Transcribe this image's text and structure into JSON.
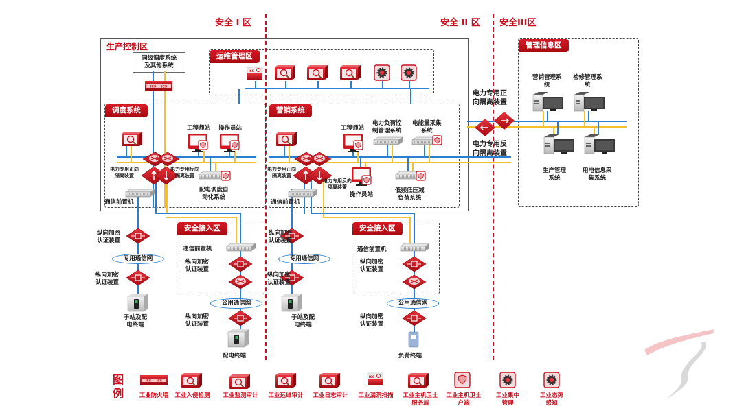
{
  "zones": {
    "zone1": "安全 I 区",
    "zone2": "安全 II 区",
    "zone3": "安全III区"
  },
  "production_control": {
    "title": "生产控制区",
    "peer_system": "同级调度系统\n及其他系统",
    "ops_mgmt": {
      "title": "运维管理区"
    },
    "dispatch": {
      "title": "调度系统",
      "engineer": "工程师站",
      "operator": "操作员站",
      "fwd_isolation": "电力专用正向\n隔离装置",
      "rev_isolation": "电力专用反向\n隔离装置",
      "dms": "配电调度自\n动化系统",
      "comm_front": "通信前置机"
    },
    "marketing": {
      "title": "营销系统",
      "engineer": "工程师站",
      "load_control": "电力负荷控\n制管理系统",
      "energy_collect": "电能量采集\n系统",
      "fwd_isolation": "电力专用正向\n隔离装置",
      "rev_isolation": "电力专用反向\n隔离装置",
      "operator": "操作员站",
      "ufls": "低频低压减\n负荷系统",
      "comm_front": "通信前置机"
    }
  },
  "boundary": {
    "fwd": "电力专用正\n向隔离装置",
    "rev": "电力专用反\n向隔离装置"
  },
  "mgmt_info": {
    "title": "管理信息区",
    "systems": [
      "营销管理系\n统",
      "检修管理系\n统",
      "生产管理\n系统",
      "用电信息采\n集系统"
    ]
  },
  "access_left": {
    "vert_auth1": "纵向加密\n认证装置",
    "private_net": "专用通信网",
    "vert_auth2": "纵向加密\n认证装置",
    "substation": "子站及配\n电终端",
    "zone_title": "安全接入区",
    "comm_front": "通信前置机",
    "vert_auth3": "纵向加密\n认证装置",
    "public_net": "公用通信网",
    "vert_auth4": "纵向加密\n认证装置",
    "terminal": "配电终端"
  },
  "access_right": {
    "vert_auth1": "纵向加密\n认证装置",
    "private_net": "专用通信网",
    "vert_auth2": "纵向加密\n认证装置",
    "substation": "子站及配\n电终端",
    "zone_title": "安全接入区",
    "comm_front": "通信前置机",
    "vert_auth3": "纵向加密\n认证装置",
    "public_net": "公用通信网",
    "vert_auth4": "纵向加密\n认证装置",
    "terminal": "负荷终端"
  },
  "legend": {
    "title": "图\n例",
    "items": [
      {
        "label": "工业防火墙",
        "icon": "industrial-firewall-icon"
      },
      {
        "label": "工业入侵检测",
        "icon": "intrusion-detection-icon"
      },
      {
        "label": "工业监测审计",
        "icon": "monitor-audit-icon"
      },
      {
        "label": "工业运维审计",
        "icon": "ops-audit-icon"
      },
      {
        "label": "工业日志审计",
        "icon": "log-audit-icon"
      },
      {
        "label": "工业漏洞扫描",
        "icon": "vuln-scan-icon"
      },
      {
        "label": "工业主机卫士\n服务端",
        "icon": "host-guard-server-icon"
      },
      {
        "label": "工业主机卫士\n户端",
        "icon": "host-guard-client-icon"
      },
      {
        "label": "工业集中\n管理",
        "icon": "central-mgmt-icon"
      },
      {
        "label": "工业态势\n感知",
        "icon": "situation-awareness-icon"
      }
    ]
  },
  "colors": {
    "accent": "#c8101e",
    "bus_blue": "#2a7fd0",
    "bus_yellow": "#f5c030"
  }
}
